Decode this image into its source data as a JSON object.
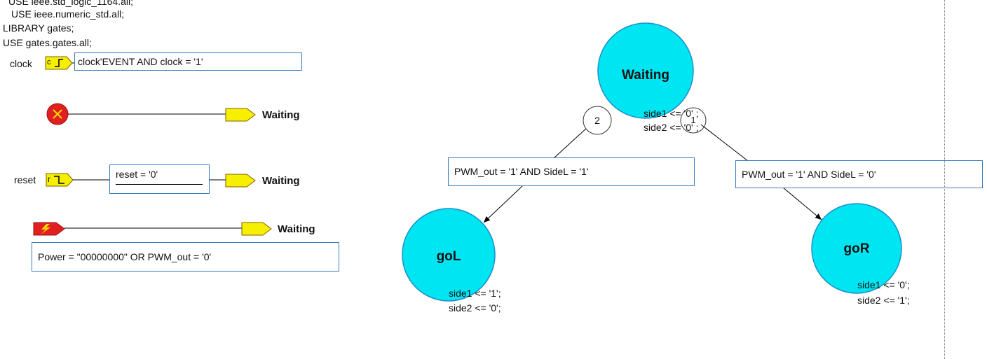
{
  "header_lines": {
    "line1": "USE ieee.std_logic_1164.all;",
    "line2": "USE ieee.numeric_std.all;",
    "line3": "LIBRARY gates;",
    "line4": "USE gates.gates.all;"
  },
  "clock": {
    "label": "clock",
    "port_glyph": "c",
    "condition": "clock'EVENT AND clock = '1'"
  },
  "entry": {
    "target": "Waiting"
  },
  "reset": {
    "label": "reset",
    "port_glyph": "r",
    "condition": "reset = '0'",
    "target": "Waiting"
  },
  "exception": {
    "condition": "Power = \"00000000\" OR PWM_out = '0'",
    "target": "Waiting"
  },
  "states": {
    "waiting": {
      "name": "Waiting",
      "action1": "side1 <= '0' ;",
      "action2": "side2 <= '0' ;"
    },
    "gol": {
      "name": "goL",
      "action1": "side1 <= '1';",
      "action2": "side2 <= '0';"
    },
    "gor": {
      "name": "goR",
      "action1": "side1 <= '0';",
      "action2": "side2 <= '1';"
    }
  },
  "transitions": {
    "left": {
      "priority": "2",
      "condition": "PWM_out = '1' AND SideL = '1'"
    },
    "right": {
      "priority": "1",
      "condition": "PWM_out = '1' AND SideL = '0'"
    }
  },
  "colors": {
    "state_fill": "#00e5f2",
    "state_stroke": "#1a8fcc",
    "port_fill": "#f7ef00",
    "reset_entry_fill": "#e02020",
    "exception_fill": "#e02020",
    "box_border": "#3a7bbf"
  }
}
